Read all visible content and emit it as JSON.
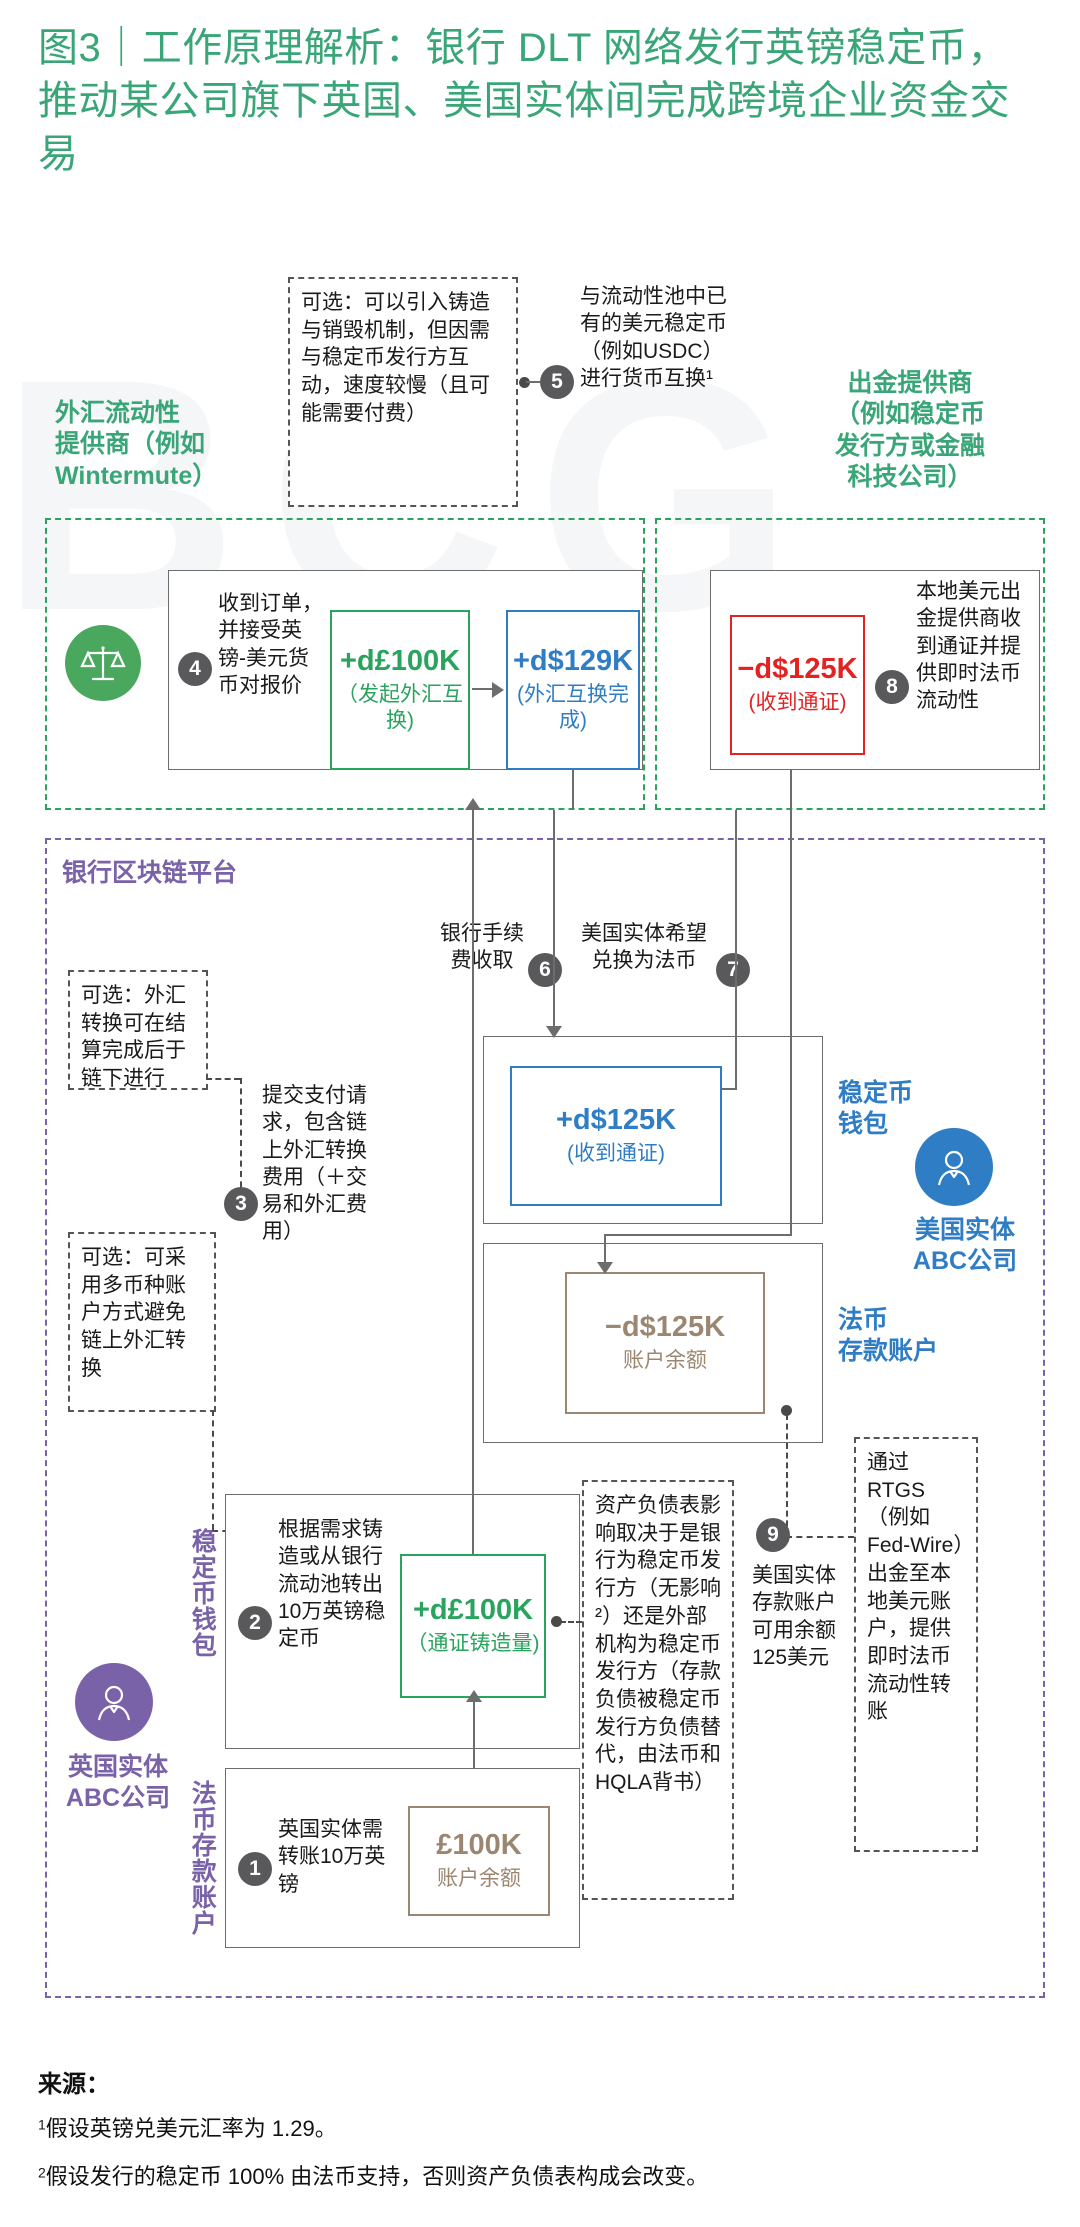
{
  "title": "图3｜工作原理解析：银行 DLT 网络发行英镑稳定币，推动某公司旗下英国、美国实体间完成跨境企业资金交易",
  "zones": {
    "fx_provider_label": "外汇流动性\n提供商（例如\nWintermute）",
    "offramp_label": "出金提供商\n（例如稳定币\n发行方或金融\n科技公司）",
    "bank_platform_label": "银行区块链平台"
  },
  "notes": {
    "mint_burn": "可选：可以引入铸造与销毁机制，但因需与稳定币发行方互动，速度较慢（且可能需要付费）",
    "offchain_fx": "可选：外汇转换可在结算完成后于链下进行",
    "multicurrency": "可选：可采用多币种账户方式避免链上外汇转换",
    "balance_sheet": "资产负债表影响取决于是银行为稳定币发行方（无影响²）还是外部机构为稳定币发行方（存款负债被稳定币发行方负债替代，由法币和HQLA背书）",
    "rtgs": "通过RTGS（例如Fed-Wire）出金至本地美元账户，提供即时法币流动性转账"
  },
  "steps": {
    "s1": {
      "num": "1",
      "text": "英国实体需转账10万英镑"
    },
    "s2": {
      "num": "2",
      "text": "根据需求铸造或从银行流动池转出10万英镑稳定币"
    },
    "s3": {
      "num": "3",
      "text": "提交支付请求，包含链上外汇转换费用（＋交易和外汇费用）"
    },
    "s4": {
      "num": "4",
      "text": "收到订单，并接受英镑-美元货币对报价"
    },
    "s5": {
      "num": "5",
      "text": "与流动性池中已有的美元稳定币（例如USDC）进行货币互换¹"
    },
    "s6": {
      "num": "6",
      "text": "银行手续费收取"
    },
    "s7": {
      "num": "7",
      "text": "美国实体希望兑换为法币"
    },
    "s8": {
      "num": "8",
      "text": "本地美元出金提供商收到通证并提供即时法币流动性"
    },
    "s9": {
      "num": "9",
      "text": "美国实体存款账户可用余额125美元"
    }
  },
  "values": {
    "gbp_swap_out": {
      "amount": "+d£100K",
      "sub": "（发起外汇互换)"
    },
    "usd_swap_in": {
      "amount": "+d$129K",
      "sub": "(外汇互换完成)"
    },
    "usd_offramp": {
      "amount": "−d$125K",
      "sub": "(收到通证)"
    },
    "usd_wallet": {
      "amount": "+d$125K",
      "sub": "(收到通证)"
    },
    "usd_deposit": {
      "amount": "−d$125K",
      "sub": "账户余额"
    },
    "gbp_mint": {
      "amount": "+d£100K",
      "sub": "（通证铸造量)"
    },
    "gbp_deposit": {
      "amount": "£100K",
      "sub": "账户余额"
    }
  },
  "entities": {
    "uk": {
      "name": "英国实体\nABC公司",
      "wallet": "稳定币钱包",
      "deposit": "法币存款账户"
    },
    "us": {
      "name": "美国实体\nABC公司",
      "wallet": "稳定币\n钱包",
      "deposit": "法币\n存款账户"
    }
  },
  "icons": {
    "scales": "scales-icon",
    "uk_person": "person-avatar-icon",
    "us_person": "person-avatar-icon"
  },
  "colors": {
    "green": "#3aa678",
    "green_box": "#2aa35e",
    "blue": "#2f7dc4",
    "red": "#e32222",
    "purple": "#7a62a8",
    "brown": "#9b8771",
    "grey": "#6d6d6d",
    "badge": "#59595b"
  },
  "footer": {
    "source_title": "来源：",
    "fn1_mark": "1",
    "fn1": "假设英镑兑美元汇率为 1.29。",
    "fn2_mark": "2",
    "fn2": "假设发行的稳定币 100% 由法币支持，否则资产负债表构成会改变。"
  },
  "watermark": "BCG"
}
